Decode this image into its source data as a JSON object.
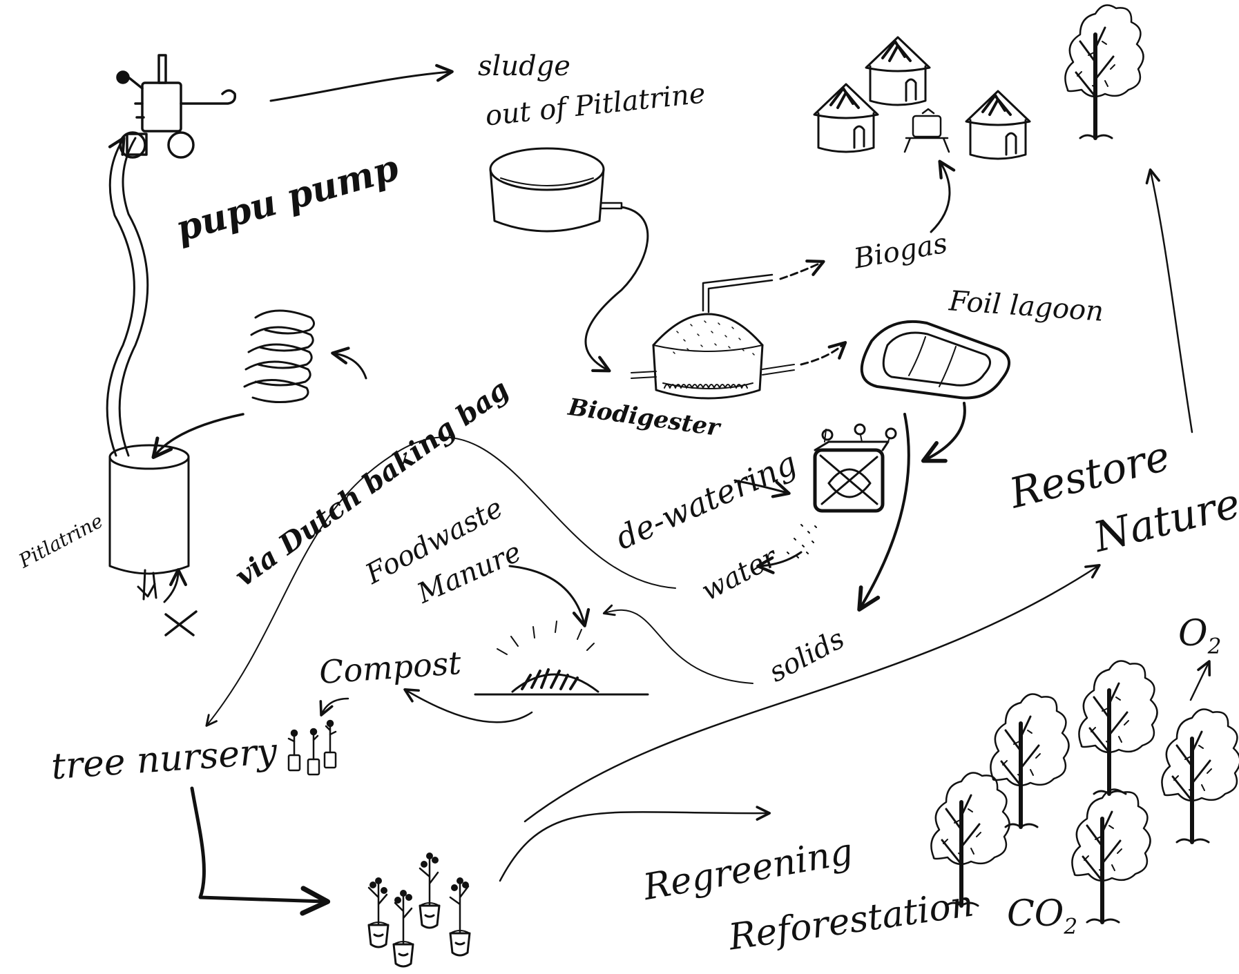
{
  "diagram": {
    "labels": {
      "pupu_pump": "pupu pump",
      "sludge_line1": "sludge",
      "sludge_line2": "out of Pitlatrine",
      "biogas": "Biogas",
      "foil_lagoon": "Foil lagoon",
      "biodigester": "Biodigester",
      "dewatering": "de-watering",
      "water": "water",
      "solids": "solids",
      "restore_line1": "Restore",
      "restore_line2": "Nature",
      "pitlatrine": "Pitlatrine",
      "baking_bag": "via Dutch baking bag",
      "foodwaste": "Foodwaste",
      "manure": "Manure",
      "compost": "Compost",
      "tree_nursery": "tree nursery",
      "regreening": "Regreening",
      "reforestation": "Reforestation",
      "co2": "CO",
      "co2_sub": "2",
      "o2": "O",
      "o2_sub": "2"
    },
    "ink_color": "#111111",
    "background_color": "#ffffff"
  }
}
